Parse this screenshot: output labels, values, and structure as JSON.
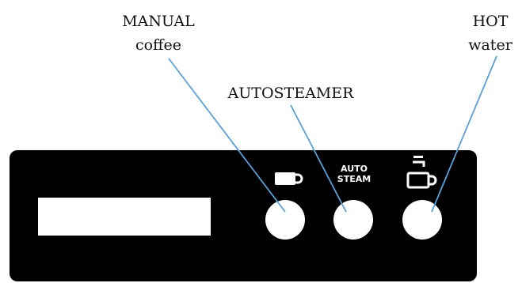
{
  "callouts": {
    "manual": {
      "line1": "MANUAL",
      "line2": "coffee"
    },
    "autosteamer": {
      "line1": "AUTOSTEAMER"
    },
    "hot": {
      "line1": "HOT",
      "line2": "water"
    }
  },
  "panel": {
    "auto_steam_line1": "AUTO",
    "auto_steam_line2": "STEAM"
  },
  "icons": {
    "manual": "coffee-cup-icon",
    "hot": "hot-water-tap-icon"
  },
  "colors": {
    "panel": "#000000",
    "display": "#ffffff",
    "button": "#ffffff",
    "leader_line": "#5aa0d8"
  }
}
